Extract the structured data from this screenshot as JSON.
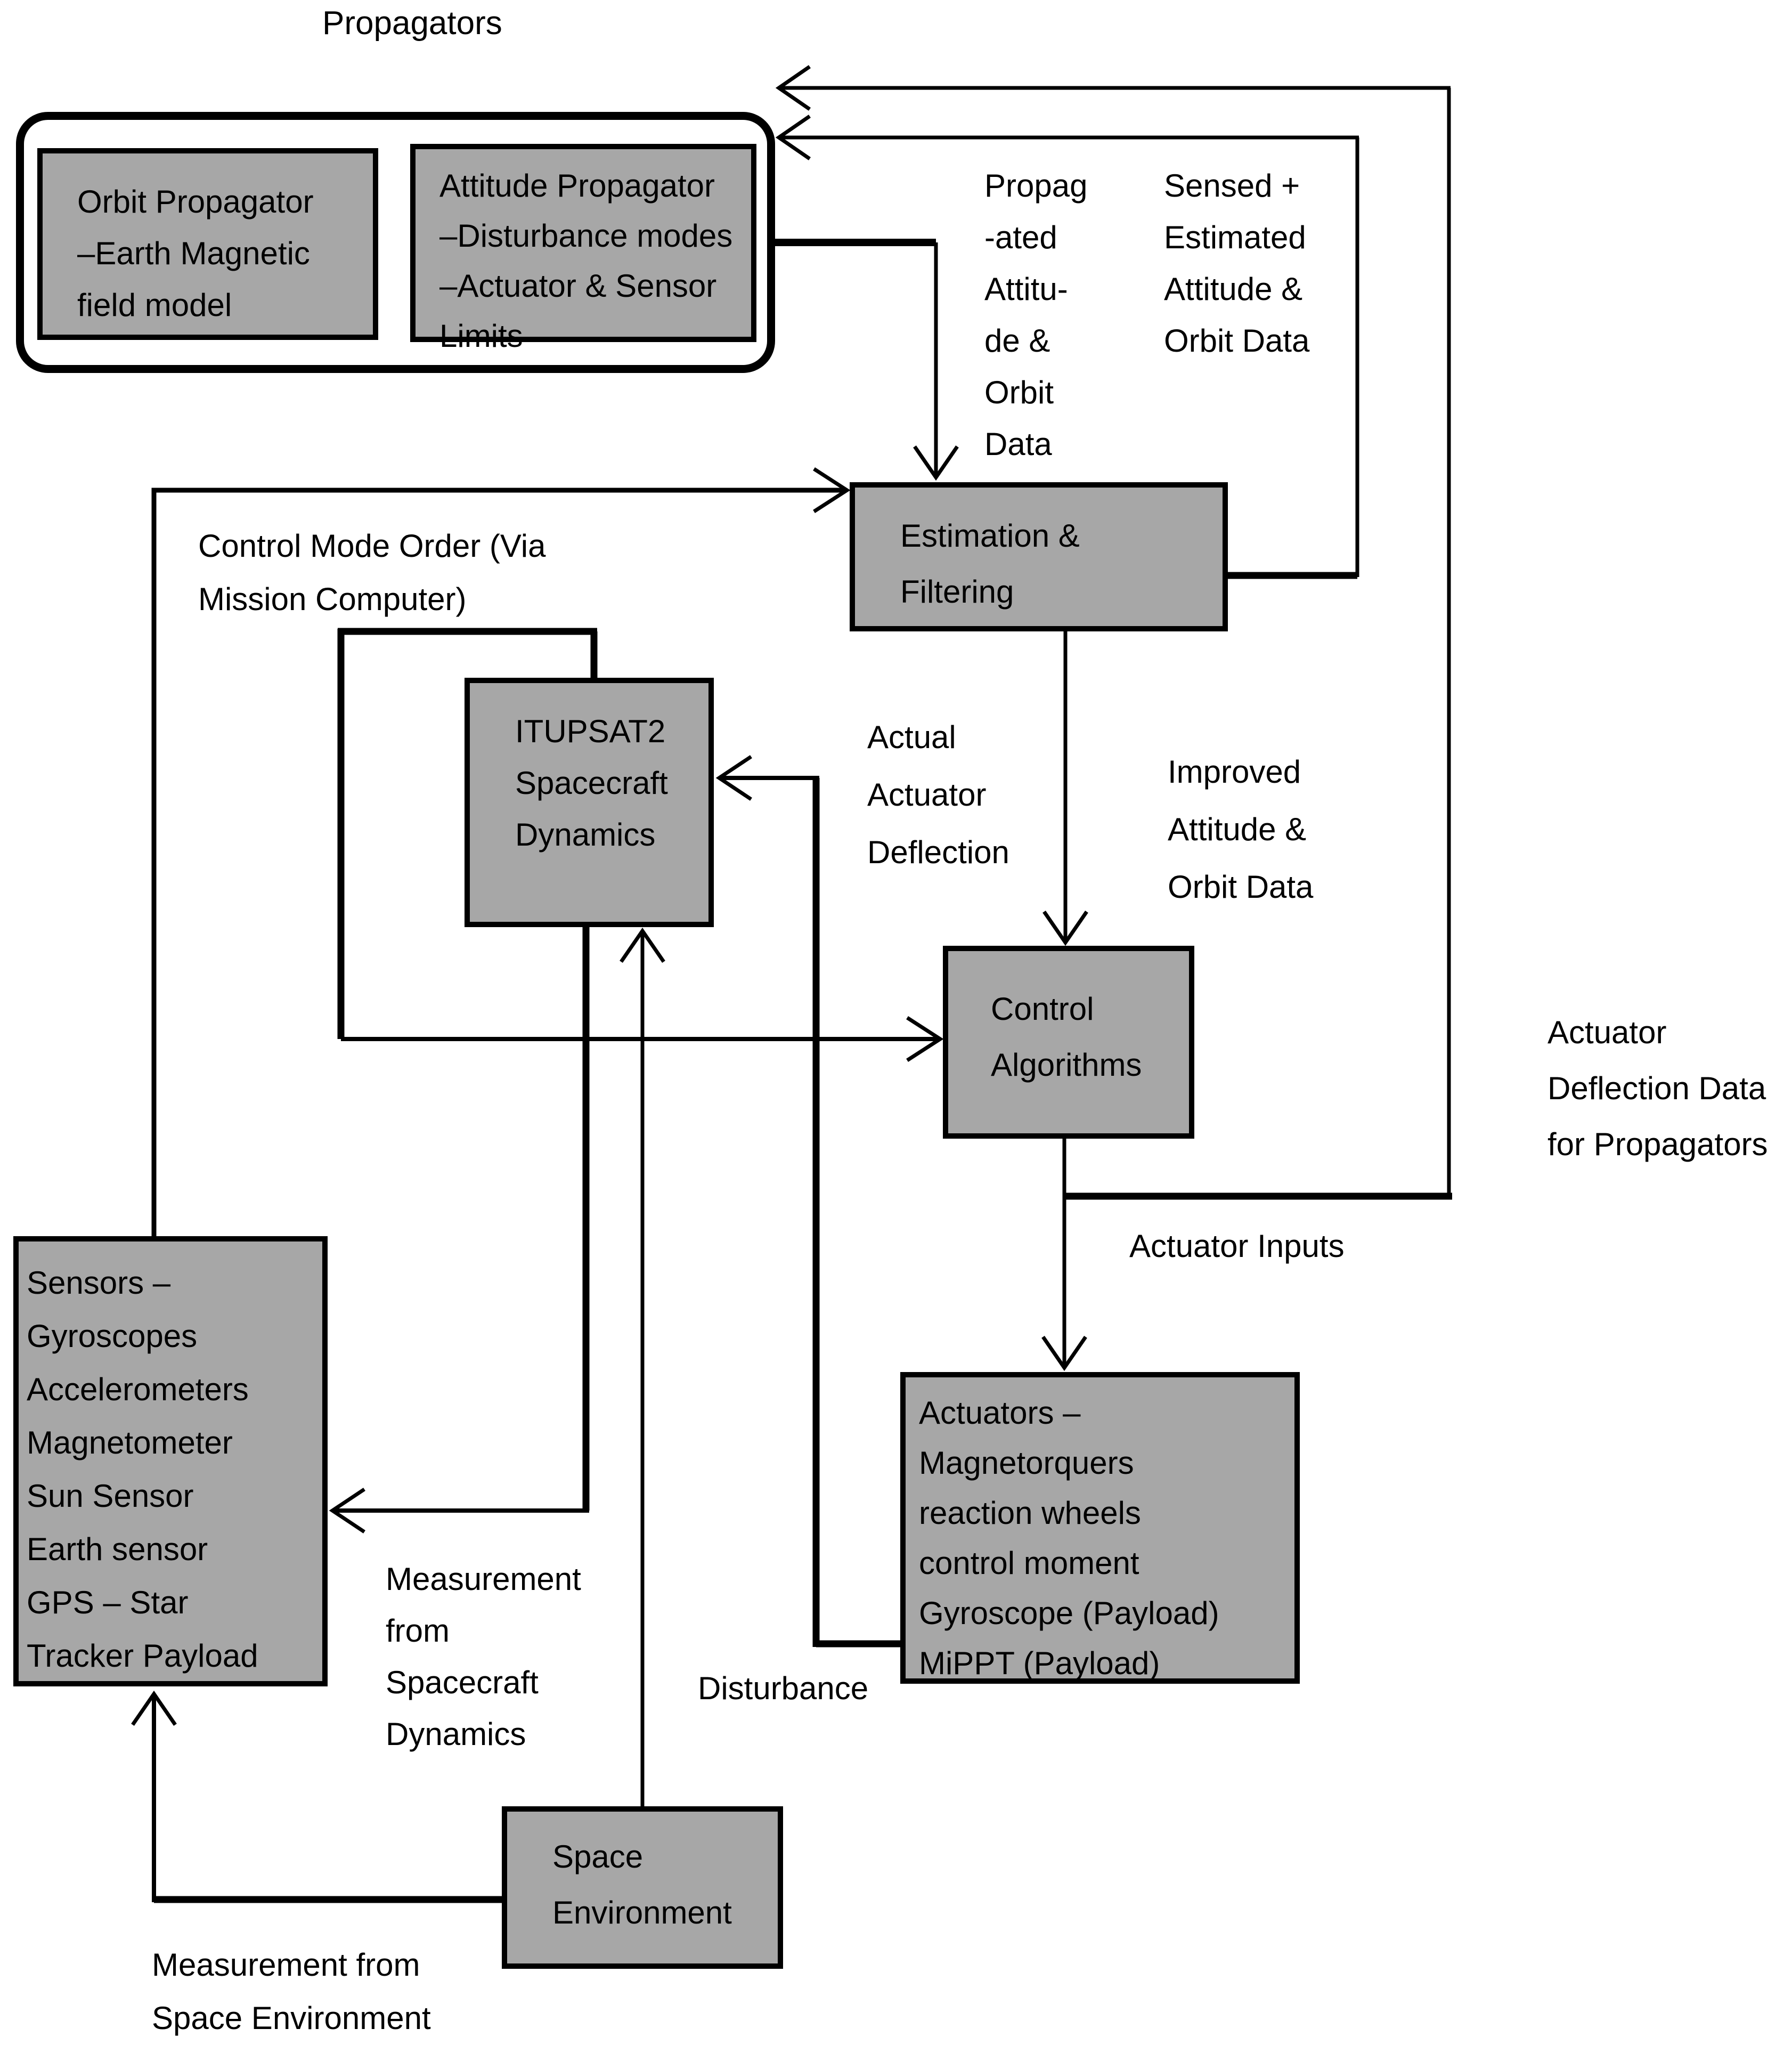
{
  "diagram": {
    "title": "Propagators",
    "colors": {
      "box_fill": "#a7a7a7",
      "box_border": "#000000",
      "line": "#000000",
      "text": "#000000",
      "background": "#ffffff"
    },
    "boxes": {
      "orbit_propagator": {
        "label": "Orbit Propagator\n–Earth Magnetic\nfield model"
      },
      "attitude_propagator": {
        "label": "Attitude Propagator\n–Disturbance modes\n–Actuator & Sensor\nLimits"
      },
      "estimation_filtering": {
        "label": "Estimation &\nFiltering"
      },
      "itupsat2_dynamics": {
        "label": "ITUPSAT2\nSpacecraft\nDynamics"
      },
      "control_algorithms": {
        "label": "Control\nAlgorithms"
      },
      "sensors": {
        "label": " Sensors –\nGyroscopes\nAccelerometers\nMagnetometer\nSun Sensor\nEarth sensor\nGPS – Star\nTracker Payload"
      },
      "actuators": {
        "label": " Actuators –\nMagnetorquers\nreaction wheels\ncontrol moment\nGyroscope (Payload)\nMiPPT (Payload)"
      },
      "space_environment": {
        "label": "Space\nEnvironment"
      }
    },
    "labels": {
      "propagated_data": "Propag\n-ated\nAttitu-\nde &\nOrbit\nData",
      "sensed_estimated": "Sensed +\nEstimated\nAttitude &\nOrbit Data",
      "control_mode_order": "Control Mode Order (Via\nMission Computer)",
      "actual_actuator_deflection": "Actual\nActuator\nDeflection",
      "improved_data": "Improved\nAttitude &\nOrbit Data",
      "actuator_deflection_for_propagators": "Actuator\nDeflection Data\nfor Propagators",
      "actuator_inputs": "Actuator Inputs",
      "measurement_from_dynamics": "Measurement\nfrom\nSpacecraft\nDynamics",
      "disturbance": "Disturbance",
      "measurement_from_space_environment": "Measurement from\nSpace Environment"
    }
  }
}
